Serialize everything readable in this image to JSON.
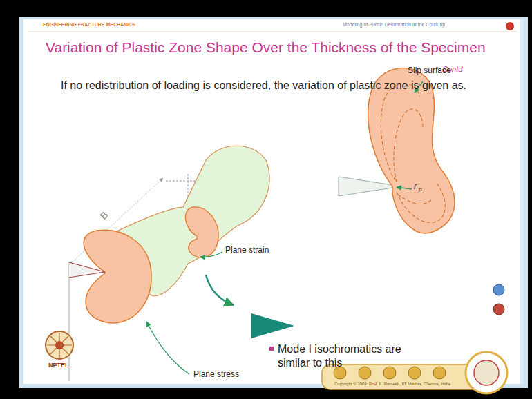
{
  "diagram": {
    "title": "Variation of Plastic Zone Shape Over the Thickness of the Specimen",
    "labels": [
      "ENGINEERING FRACTURE MECHANICS",
      "Modeling of Plastic Deformation at the Crack-tip",
      "Contd",
      "If no redistribution of loading is considered, the variation of plastic zone is given as.",
      "B",
      "Plane strain",
      "Plane stress",
      "Slip surface",
      "r",
      "p",
      "Mode I isochromatics are similar to this",
      "NPTEL",
      "Copyright © 2004: Prof. K. Ramesh, IIT Madras, Chennai, India"
    ]
  }
}
